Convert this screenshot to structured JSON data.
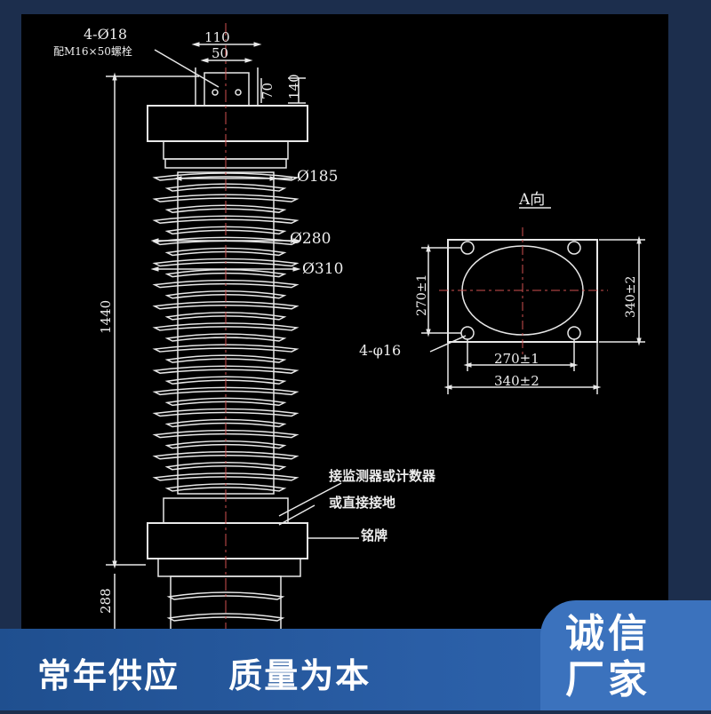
{
  "drawing": {
    "top_hole_spec": "4-Ø18",
    "top_bolt_note": "配M16×50螺栓",
    "dim_110": "110",
    "dim_50": "50",
    "dim_70": "70",
    "dim_140": "140",
    "dim_total_height": "1440",
    "dim_bottom": "288",
    "dia_185": "Ø185",
    "dia_280": "Ø280",
    "dia_310": "Ø310",
    "note_counter": "接监测器或计数器",
    "note_ground": "或直接接地",
    "note_nameplate": "铭牌",
    "view_a_title": "A向",
    "view_a_holes": "4-φ16",
    "view_a_inner_h": "270±1",
    "view_a_inner_w": "270±1",
    "view_a_outer_h": "340±2",
    "view_a_outer_w": "340±2",
    "sheds": 30,
    "line_color": "#e8e8e8",
    "center_color": "#d05050"
  },
  "promo": {
    "slogan_1": "常年供应",
    "slogan_2": "质量为本",
    "badge_line_1": "诚信",
    "badge_line_2": "厂家"
  },
  "colors": {
    "frame": "#1c2e4d",
    "bar": "#2a5ea6",
    "badge": "#3b72bd"
  }
}
